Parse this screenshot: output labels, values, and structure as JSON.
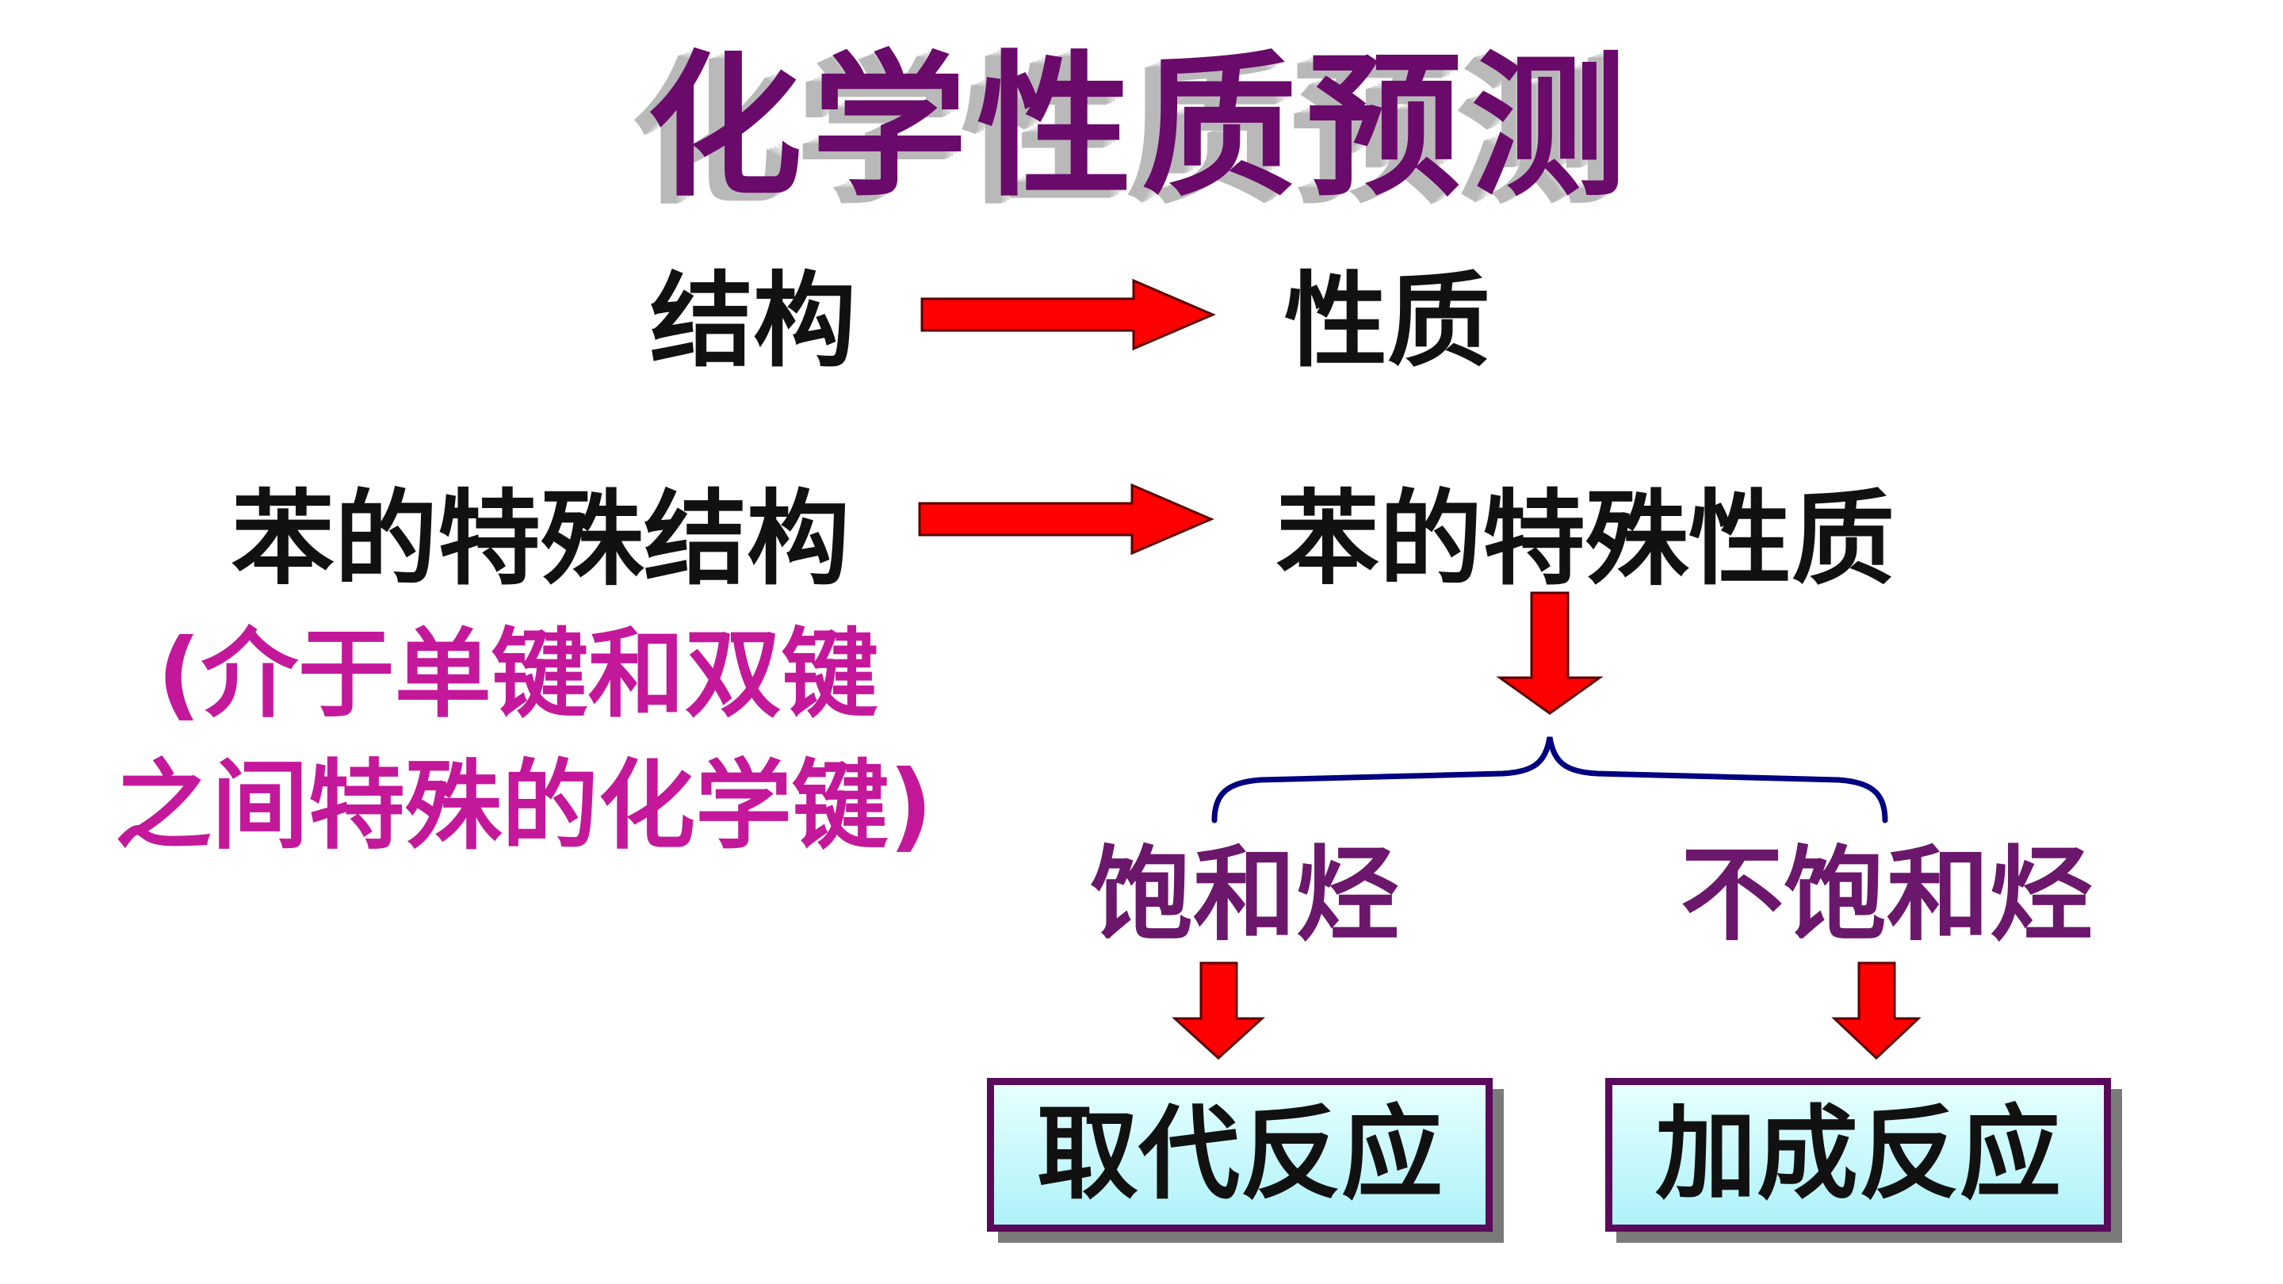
{
  "title": "化学性质预测",
  "row1": {
    "left": "结构",
    "right": "性质"
  },
  "row2": {
    "left": "苯的特殊结构",
    "right": "苯的特殊性质"
  },
  "note": {
    "line1": "(介于单键和双键",
    "line2": "之间特殊的化学键)"
  },
  "branches": {
    "left": "饱和烃",
    "right": "不饱和烃"
  },
  "results": {
    "left": "取代反应",
    "right": "加成反应"
  },
  "colors": {
    "title": "#6a0a6a",
    "arrow_fill": "#ff0000",
    "arrow_stroke": "#5a0000",
    "brace": "#000080",
    "note": "#c4189b",
    "branch_text": "#6b176b",
    "box_border": "#5a0a5a",
    "box_fill": "#c8f7fb"
  }
}
